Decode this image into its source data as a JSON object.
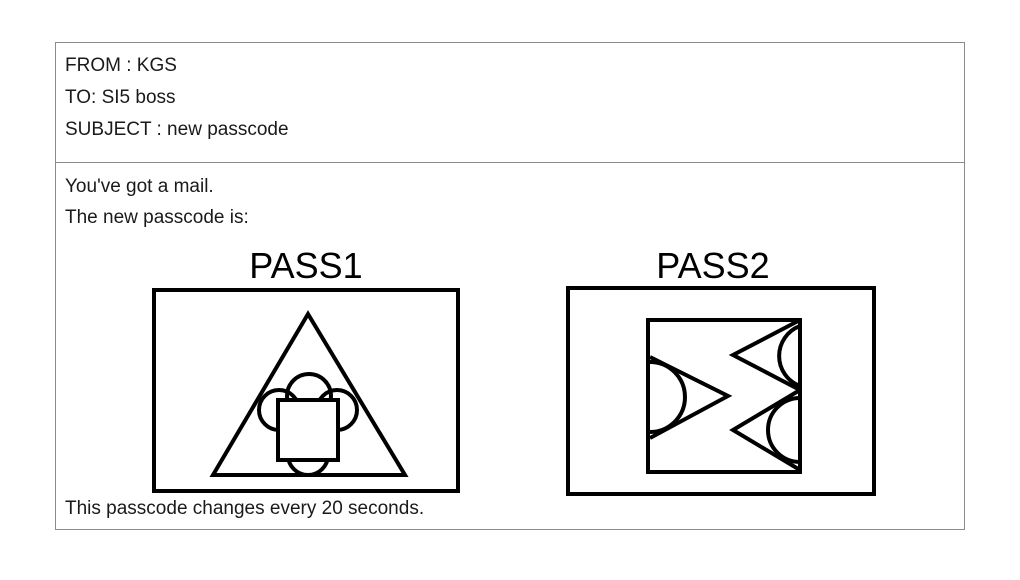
{
  "header": {
    "from": "FROM : KGS",
    "to": "TO: SI5 boss",
    "subject": "SUBJECT : new passcode"
  },
  "body": {
    "greeting": "You've got a mail.",
    "intro": "The new passcode is:",
    "footer": "This passcode changes every 20 seconds."
  },
  "passcodes": [
    {
      "label": "PASS1",
      "symbol": "triangle-with-circles-and-square"
    },
    {
      "label": "PASS2",
      "symbol": "square-with-triangles-and-semicircles"
    }
  ]
}
